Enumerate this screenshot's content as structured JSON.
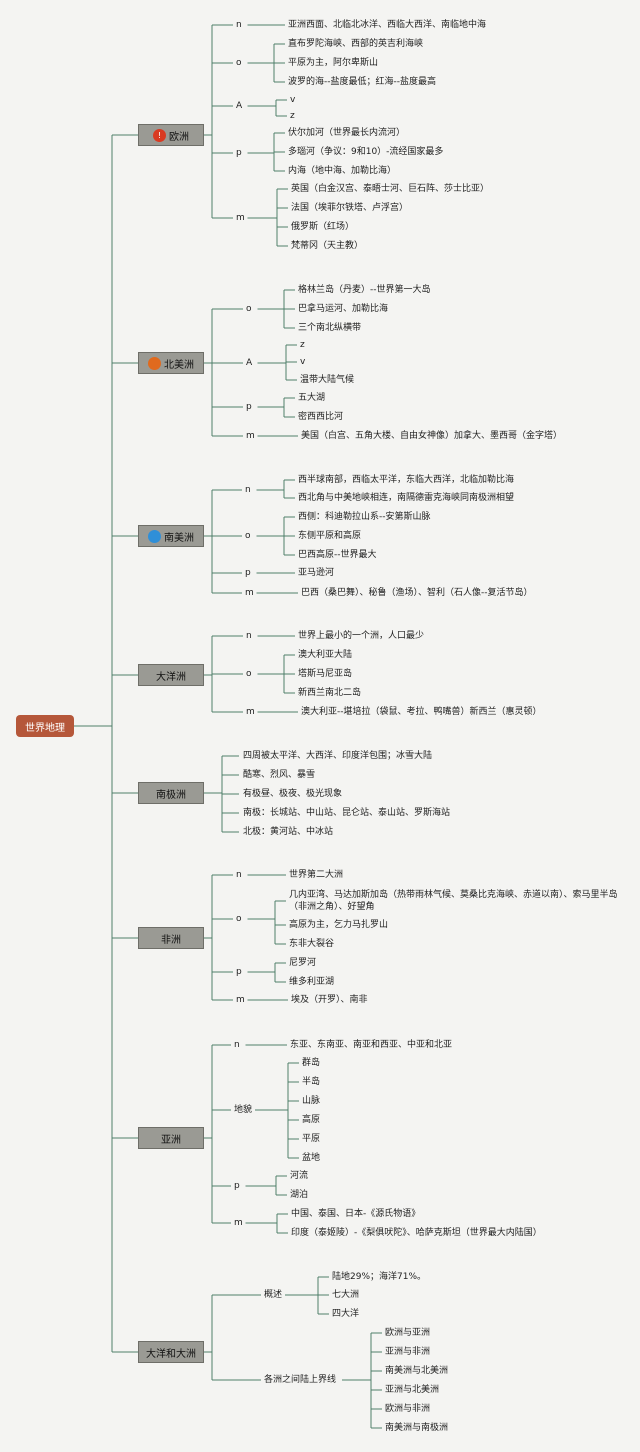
{
  "root": "世界地理",
  "colors": {
    "line": "#4f7f6a",
    "root": "#b5573a",
    "node": "#9a9a94"
  },
  "continents": [
    {
      "name": "欧洲",
      "badge": "!",
      "badge_color": "#d93a22",
      "groups": [
        {
          "label": "n",
          "items": [
            "亚洲西面、北临北冰洋、西临大西洋、南临地中海"
          ]
        },
        {
          "label": "o",
          "items": [
            "直布罗陀海峡、西部的英吉利海峡",
            "平原为主，阿尔卑斯山",
            "波罗的海--盐度最低；红海--盐度最高"
          ]
        },
        {
          "label": "A",
          "items": [
            "v",
            "z"
          ]
        },
        {
          "label": "p",
          "items": [
            "伏尔加河（世界最长内流河）",
            "多瑙河（争议：9和10）-流经国家最多",
            "内海（地中海、加勒比海）"
          ]
        },
        {
          "label": "m",
          "items": [
            "英国（白金汉宫、泰晤士河、巨石阵、莎士比亚）",
            "法国（埃菲尔铁塔、卢浮宫）",
            "俄罗斯（红场）",
            "梵蒂冈（天主教）"
          ]
        }
      ]
    },
    {
      "name": "北美洲",
      "badge": "",
      "badge_color": "#e06a1e",
      "groups": [
        {
          "label": "o",
          "items": [
            "格林兰岛（丹麦）--世界第一大岛",
            "巴拿马运河、加勒比海",
            "三个南北纵横带"
          ]
        },
        {
          "label": "A",
          "items": [
            "z",
            "v",
            "温带大陆气候"
          ]
        },
        {
          "label": "p",
          "items": [
            "五大湖",
            "密西西比河"
          ]
        },
        {
          "label": "m",
          "items": [
            "美国（白宫、五角大楼、自由女神像）加拿大、墨西哥（金字塔）"
          ]
        }
      ]
    },
    {
      "name": "南美洲",
      "badge": "",
      "badge_color": "#2f8fd8",
      "groups": [
        {
          "label": "n",
          "items": [
            "西半球南部，西临太平洋，东临大西洋，北临加勒比海",
            "西北角与中美地峡相连，南隔德雷克海峡同南极洲相望"
          ]
        },
        {
          "label": "o",
          "items": [
            "西侧：科迪勒拉山系--安第斯山脉",
            "东侧平原和高原",
            "巴西高原--世界最大"
          ]
        },
        {
          "label": "p",
          "items": [
            "亚马逊河"
          ]
        },
        {
          "label": "m",
          "items": [
            "巴西（桑巴舞）、秘鲁（渔场）、智利（石人像--复活节岛）"
          ]
        }
      ]
    },
    {
      "name": "大洋洲",
      "badge": "",
      "badge_color": "",
      "groups": [
        {
          "label": "n",
          "items": [
            "世界上最小的一个洲，人口最少"
          ]
        },
        {
          "label": "o",
          "items": [
            "澳大利亚大陆",
            "塔斯马尼亚岛",
            "新西兰南北二岛"
          ]
        },
        {
          "label": "m",
          "items": [
            "澳大利亚--堪培拉（袋鼠、考拉、鸭嘴兽）新西兰（惠灵顿）"
          ]
        }
      ]
    },
    {
      "name": "南极洲",
      "badge": "",
      "badge_color": "",
      "items": [
        "四周被太平洋、大西洋、印度洋包围；冰雪大陆",
        "酷寒、烈风、暴雪",
        "有极昼、极夜、极光现象",
        "南极：长城站、中山站、昆仑站、泰山站、罗斯海站",
        "北极：黄河站、中冰站"
      ]
    },
    {
      "name": "非洲",
      "badge": "",
      "badge_color": "",
      "groups": [
        {
          "label": "n",
          "items": [
            "世界第二大洲"
          ]
        },
        {
          "label": "o",
          "items": [
            "几内亚湾、马达加斯加岛（热带雨林气候、莫桑比克海峡、赤道以南）、索马里半岛（非洲之角）、好望角",
            "高原为主，乞力马扎罗山",
            "东非大裂谷"
          ]
        },
        {
          "label": "p",
          "items": [
            "尼罗河",
            "维多利亚湖"
          ]
        },
        {
          "label": "m",
          "items": [
            "埃及（开罗）、南非"
          ]
        }
      ]
    },
    {
      "name": "亚洲",
      "badge": "",
      "badge_color": "",
      "groups": [
        {
          "label": "n",
          "items": [
            "东亚、东南亚、南亚和西亚、中亚和北亚"
          ]
        },
        {
          "label": "地貌",
          "items": [
            "群岛",
            "半岛",
            "山脉",
            "高原",
            "平原",
            "盆地"
          ]
        },
        {
          "label": "p",
          "items": [
            "河流",
            "湖泊"
          ]
        },
        {
          "label": "m",
          "items": [
            "中国、泰国、日本-《源氏物语》",
            "印度（泰姬陵）-《梨俱吠陀》、哈萨克斯坦（世界最大内陆国）"
          ]
        }
      ]
    },
    {
      "name": "大洋和大洲",
      "badge": "",
      "badge_color": "",
      "groups": [
        {
          "label": "概述",
          "items": [
            "陆地29%；海洋71%。",
            "七大洲",
            "四大洋"
          ]
        },
        {
          "label": "各洲之间陆上界线",
          "items": [
            "欧洲与亚洲",
            "亚洲与非洲",
            "南美洲与北美洲",
            "亚洲与北美洲",
            "欧洲与非洲",
            "南美洲与南极洲"
          ]
        }
      ]
    }
  ]
}
